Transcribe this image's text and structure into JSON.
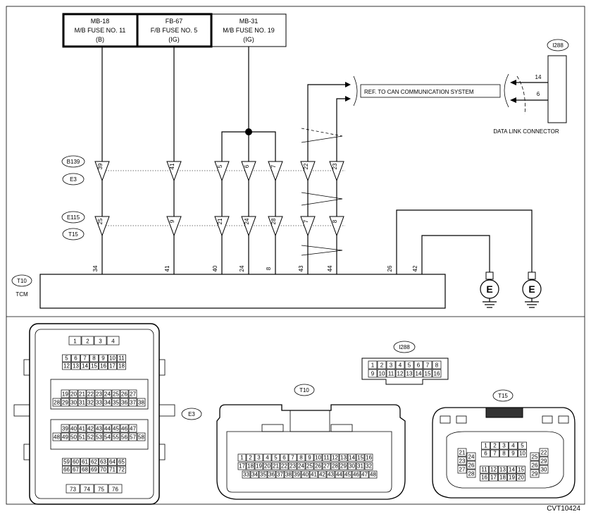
{
  "fuses": [
    {
      "id": "MB-18",
      "name": "M/B FUSE NO. 11",
      "type": "(B)"
    },
    {
      "id": "FB-67",
      "name": "F/B FUSE NO. 5",
      "type": "(IG)"
    },
    {
      "id": "MB-31",
      "name": "M/B FUSE NO. 19",
      "type": "(IG)"
    }
  ],
  "connectors": {
    "b139": "B139",
    "e3": "E3",
    "e115": "E115",
    "t15": "T15",
    "t10": "T10",
    "i288": "I288"
  },
  "pins_row1": [
    "39",
    "41",
    "5",
    "6",
    "7",
    "22",
    "23"
  ],
  "pins_row2": [
    "25",
    "9",
    "21",
    "24",
    "28",
    "7",
    "8"
  ],
  "tcm_pins": [
    "34",
    "41",
    "40",
    "24",
    "8",
    "43",
    "44",
    "26",
    "42"
  ],
  "tcm_label": "TCM",
  "ref_label": "REF. TO CAN COMMUNICATION SYSTEM",
  "dlc_label": "DATA LINK CONNECTOR",
  "dlc_pins": [
    "14",
    "6"
  ],
  "ground_symbol": "E",
  "e3_face": [
    [
      "1",
      "2",
      "3",
      "4"
    ],
    [
      "5",
      "6",
      "7",
      "8",
      "9",
      "10",
      "11"
    ],
    [
      "12",
      "13",
      "14",
      "15",
      "16",
      "17",
      "18"
    ],
    [
      "19",
      "20",
      "21",
      "22",
      "23",
      "24",
      "25",
      "26",
      "27"
    ],
    [
      "28",
      "29",
      "30",
      "31",
      "32",
      "33",
      "34",
      "35",
      "36",
      "37",
      "38"
    ],
    [
      "39",
      "40",
      "41",
      "42",
      "43",
      "44",
      "45",
      "46",
      "47"
    ],
    [
      "48",
      "49",
      "50",
      "51",
      "52",
      "53",
      "54",
      "55",
      "56",
      "57",
      "58"
    ],
    [
      "59",
      "60",
      "61",
      "62",
      "63",
      "64",
      "65"
    ],
    [
      "66",
      "67",
      "68",
      "69",
      "70",
      "71",
      "72"
    ],
    [
      "73",
      "74",
      "75",
      "76"
    ]
  ],
  "i288_face": [
    [
      "1",
      "2",
      "3",
      "4",
      "5",
      "6",
      "7",
      "8"
    ],
    [
      "9",
      "10",
      "11",
      "12",
      "13",
      "14",
      "15",
      "16"
    ]
  ],
  "t10_face": [
    [
      "1",
      "2",
      "3",
      "4",
      "5",
      "6",
      "7",
      "8",
      "9",
      "10",
      "11",
      "12",
      "13",
      "14",
      "15",
      "16"
    ],
    [
      "17",
      "18",
      "19",
      "20",
      "21",
      "22",
      "23",
      "24",
      "25",
      "26",
      "27",
      "28",
      "29",
      "30",
      "31",
      "32"
    ],
    [
      "33",
      "34",
      "35",
      "36",
      "37",
      "38",
      "39",
      "40",
      "41",
      "42",
      "43",
      "44",
      "45",
      "46",
      "47",
      "48"
    ]
  ],
  "t15_face": {
    "left": [
      [
        "21",
        "24"
      ],
      [
        "23",
        "26"
      ],
      [
        "27",
        "28"
      ]
    ],
    "center": [
      [
        "1",
        "2",
        "3",
        "4",
        "5"
      ],
      [
        "6",
        "7",
        "8",
        "9",
        "10"
      ],
      [
        "11",
        "12",
        "13",
        "14",
        "15"
      ],
      [
        "16",
        "17",
        "18",
        "19",
        "20"
      ]
    ],
    "right": [
      [
        "25",
        "22"
      ],
      [
        "26",
        "29"
      ],
      [
        "29",
        "30"
      ]
    ]
  },
  "code": "CVT10424"
}
